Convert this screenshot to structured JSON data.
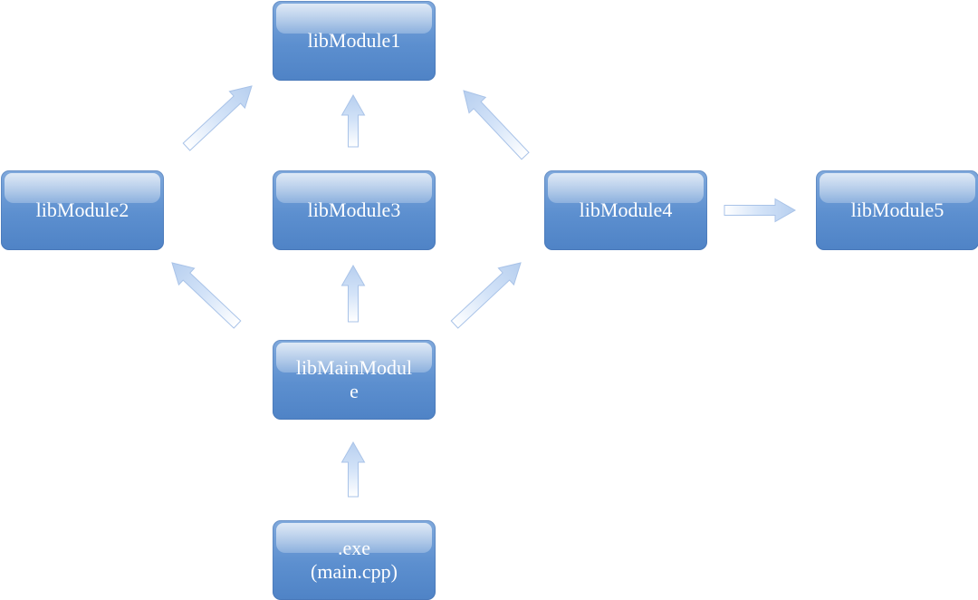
{
  "nodes": {
    "lib1": "libModule1",
    "lib2": "libModule2",
    "lib3": "libModule3",
    "lib4": "libModule4",
    "lib5": "libModule5",
    "main": "libMainModul\ne",
    "exe": ".exe\n(main.cpp)"
  },
  "edges": [
    {
      "from": "exe",
      "to": "main"
    },
    {
      "from": "main",
      "to": "lib2"
    },
    {
      "from": "main",
      "to": "lib3"
    },
    {
      "from": "main",
      "to": "lib4"
    },
    {
      "from": "lib2",
      "to": "lib1"
    },
    {
      "from": "lib3",
      "to": "lib1"
    },
    {
      "from": "lib4",
      "to": "lib1"
    },
    {
      "from": "lib4",
      "to": "lib5"
    }
  ],
  "colors": {
    "node_fill": "#5c8fcf",
    "arrow_fill": "#c6daf6"
  }
}
